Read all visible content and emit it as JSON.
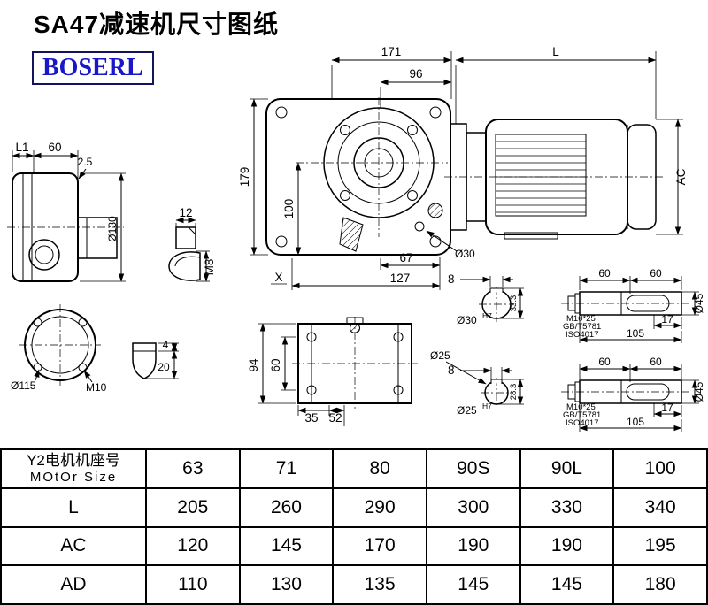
{
  "page": {
    "title": "SA47减速机尺寸图纸",
    "logo": "BOSERL"
  },
  "main_view": {
    "d171": "171",
    "d96": "96",
    "dL": "L",
    "d179": "179",
    "d100": "100",
    "dAC": "AC",
    "d67": "67",
    "d127": "127",
    "x_label": "X",
    "bore30": "Ø30"
  },
  "side_view": {
    "l1": "L1",
    "d60": "60",
    "d2_5": "2.5",
    "d130": "Ø130"
  },
  "key_detail": {
    "d12": "12",
    "m8": "M8"
  },
  "flange_view": {
    "d115": "Ø115",
    "m10": "M10"
  },
  "keyway_detail": {
    "d4": "4",
    "d20": "20"
  },
  "foot_view": {
    "d94": "94",
    "d60": "60",
    "d35": "35",
    "d52": "52"
  },
  "shaft30": {
    "d8": "8",
    "d33": "33.3",
    "bore_base": "Ø30",
    "bore_tol": "H7",
    "len1": "60",
    "len2": "60",
    "bolt": "M10*25",
    "std1": "GB/T5781",
    "std2": "ISO4017",
    "d17": "17",
    "d105": "105",
    "d45": "Ø45"
  },
  "shaft25": {
    "bore_label": "Ø25",
    "d8": "8",
    "d28": "28.3",
    "bore_base": "Ø25",
    "bore_tol": "H7",
    "len1": "60",
    "len2": "60",
    "bolt": "M10*25",
    "std1": "GB/T5781",
    "std2": "ISO4017",
    "d17": "17",
    "d105": "105",
    "d45": "Ø45"
  },
  "table": {
    "header": {
      "label_cn": "Y2电机机座号",
      "label_en": "MOtOr Size",
      "values": [
        "63",
        "71",
        "80",
        "90S",
        "90L",
        "100"
      ]
    },
    "rows": [
      {
        "label": "L",
        "values": [
          "205",
          "260",
          "290",
          "300",
          "330",
          "340"
        ]
      },
      {
        "label": "AC",
        "values": [
          "120",
          "145",
          "170",
          "190",
          "190",
          "195"
        ]
      },
      {
        "label": "AD",
        "values": [
          "110",
          "130",
          "135",
          "145",
          "145",
          "180"
        ]
      }
    ]
  }
}
